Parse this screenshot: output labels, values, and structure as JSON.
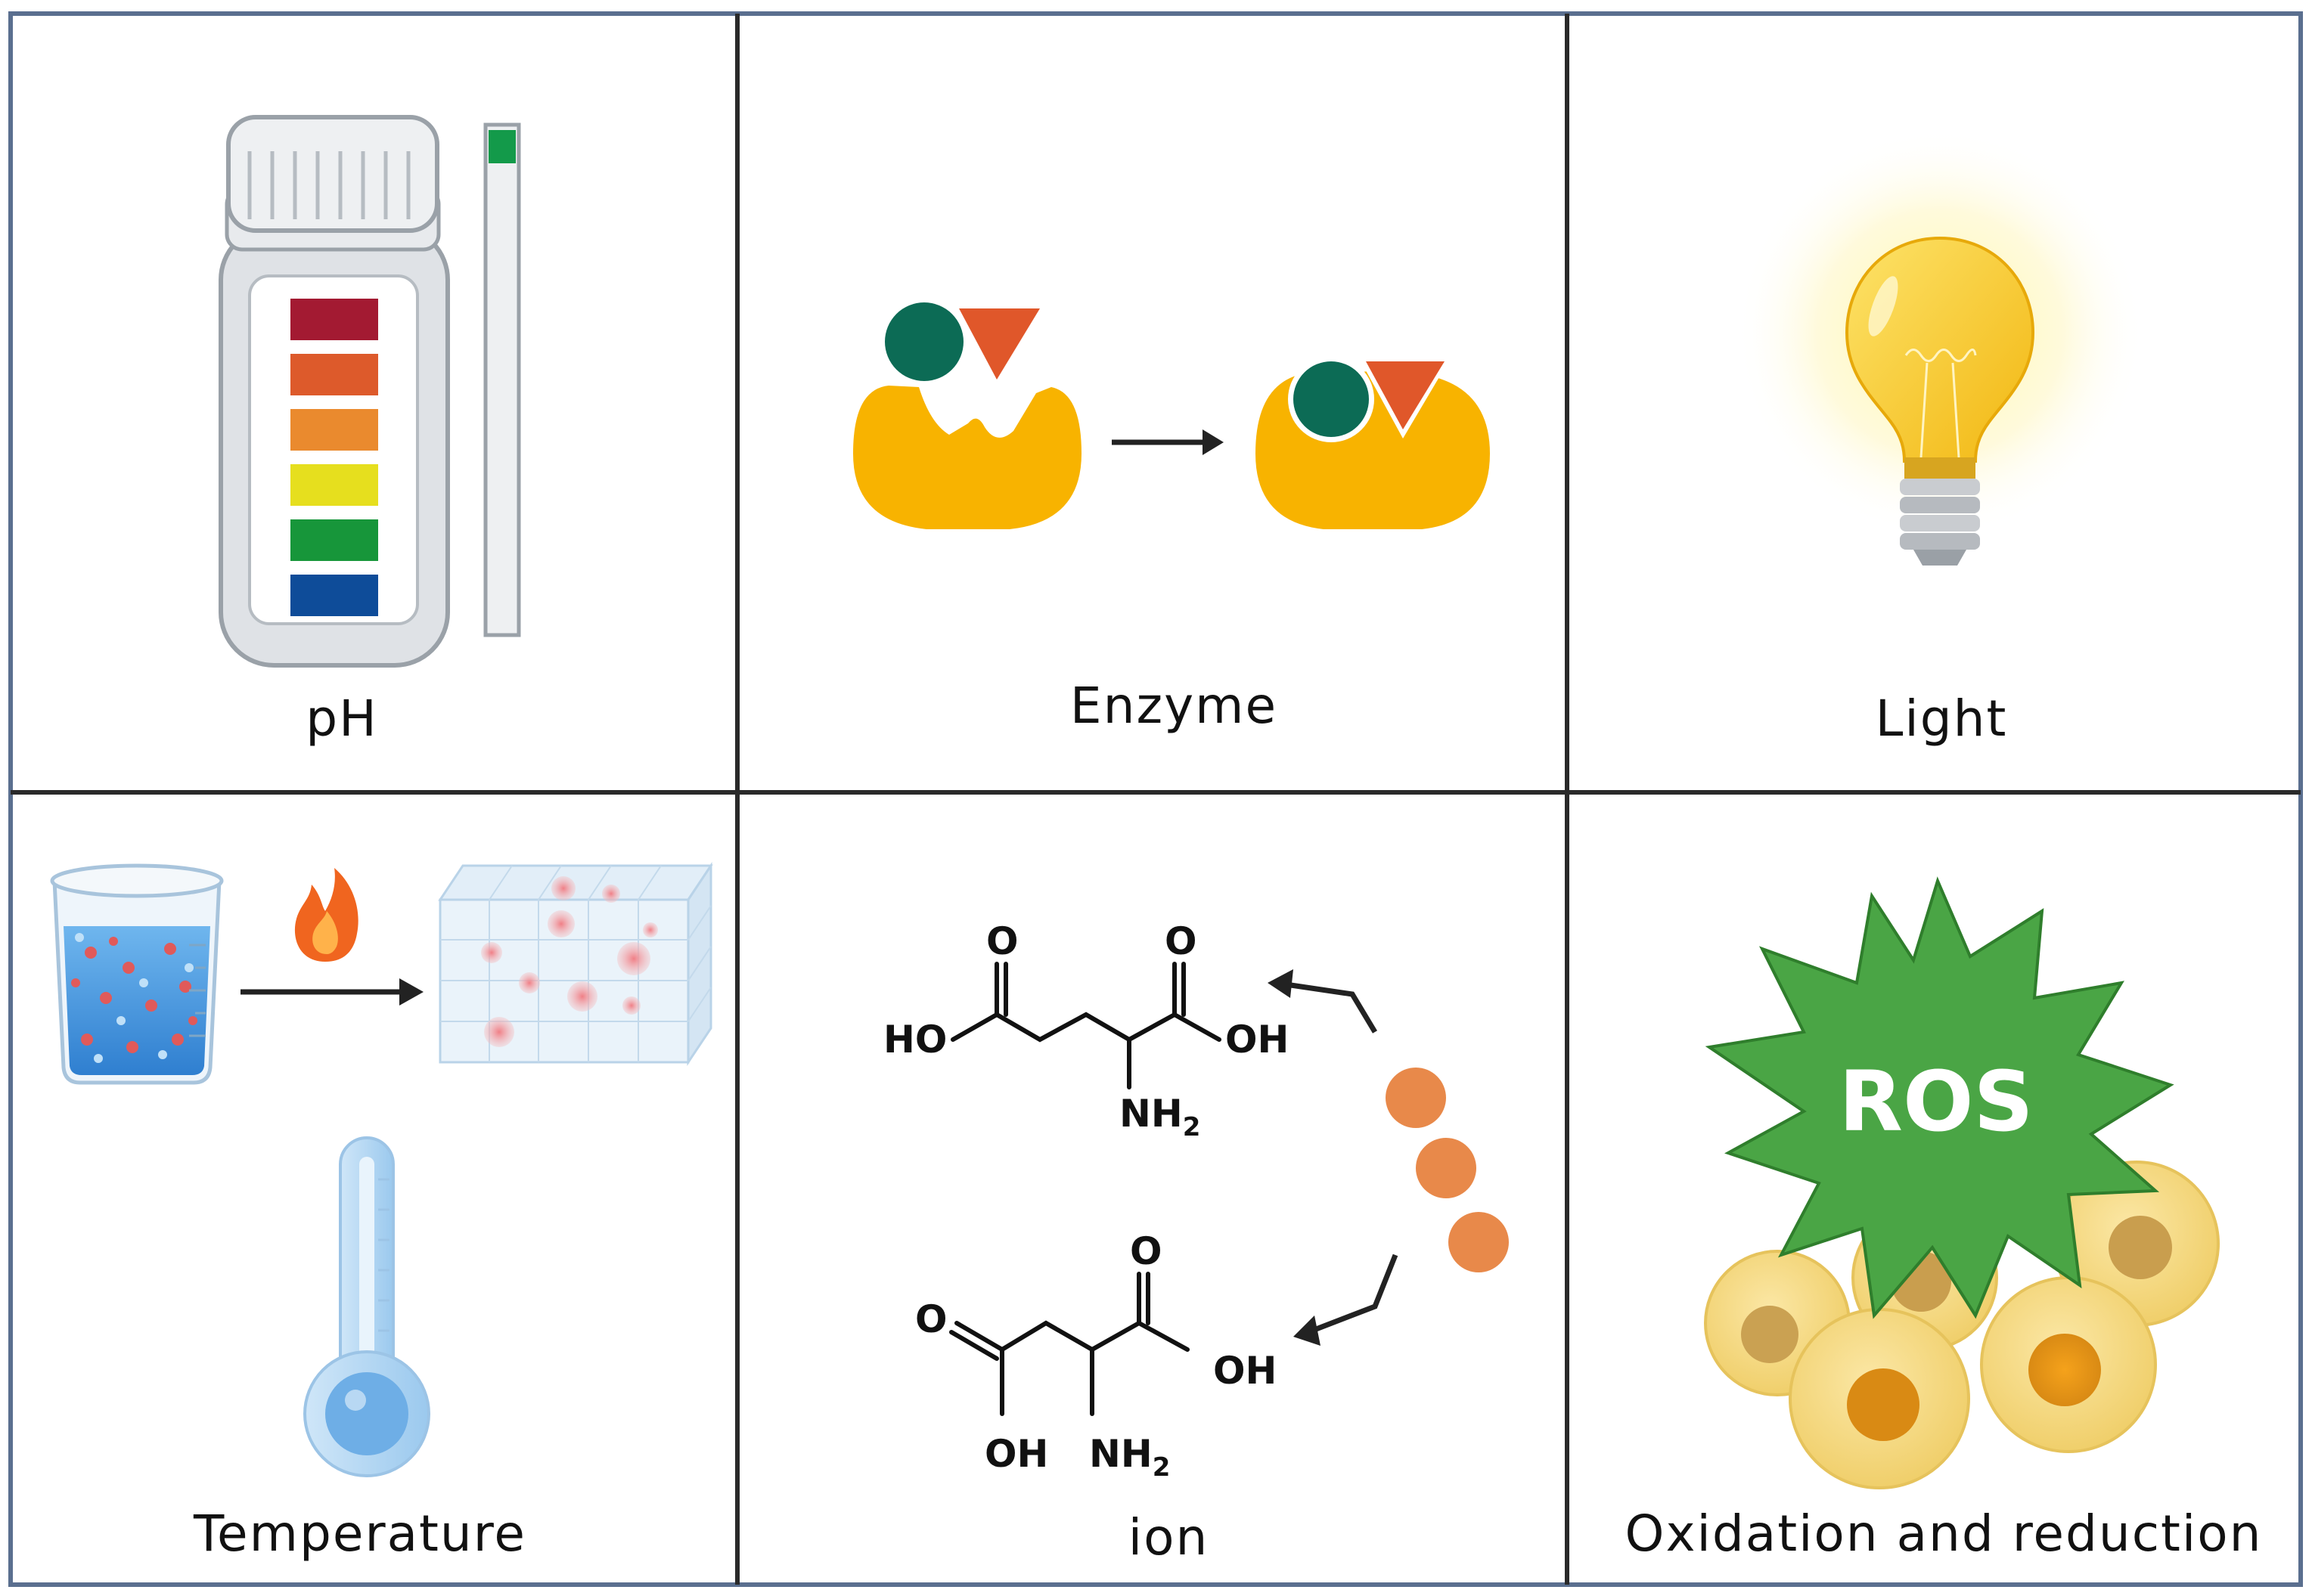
{
  "panels": {
    "ph": {
      "label": "pH"
    },
    "enzyme": {
      "label": "Enzyme"
    },
    "light": {
      "label": "Light"
    },
    "temperature": {
      "label": "Temperature"
    },
    "ion": {
      "label": "ion",
      "glutamate": {
        "o_top_left": "O",
        "o_top_right": "O",
        "ho": "HO",
        "oh": "OH",
        "nh2": "NH"
      },
      "aspartate": {
        "o_top": "O",
        "o_left": "O",
        "oh_right": "OH",
        "oh_bottom": "OH",
        "nh2": "NH"
      },
      "subscript": "2"
    },
    "redox": {
      "label": "Oxidation and reduction",
      "burst_text": "ROS"
    }
  },
  "colors": {
    "border": "#5a6f8f",
    "divider": "#2a2a2a",
    "enzyme_yellow": "#f8b300",
    "substrate_green": "#0c6b55",
    "substrate_orange": "#e0572a",
    "ros_green": "#4aa545",
    "ion_ball": "#e8894a",
    "ph_bands": [
      "#a31a32",
      "#dd5a2b",
      "#ea8a2e",
      "#e6df1e",
      "#17963a",
      "#0e4c99"
    ]
  }
}
